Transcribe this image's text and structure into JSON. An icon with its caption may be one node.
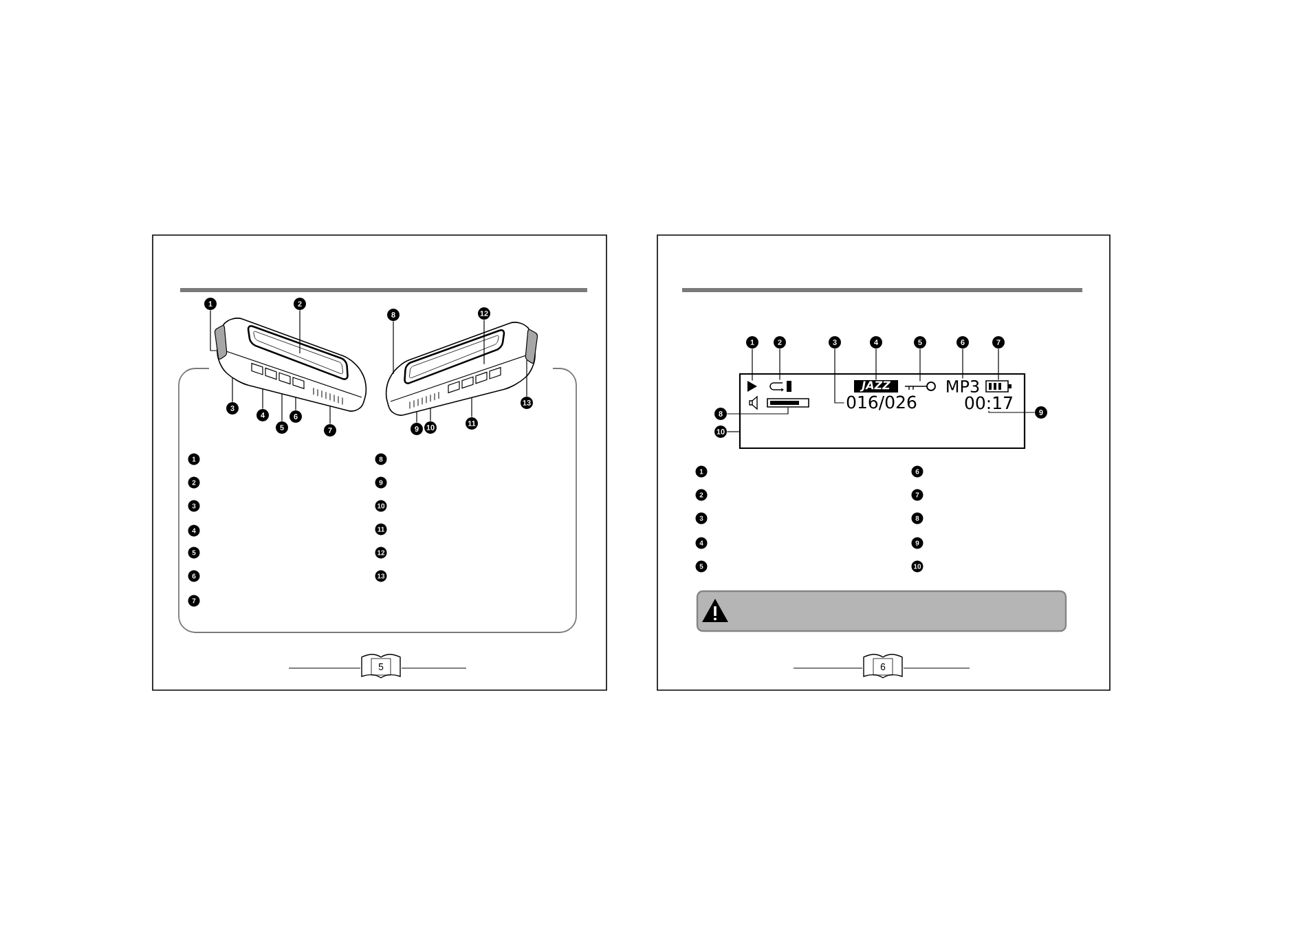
{
  "diagram": {
    "nodes": [
      {
        "text": [
          "1"
        ]
      },
      {
        "text": [
          "2"
        ]
      },
      {
        "text": [
          "3"
        ]
      },
      {
        "text": [
          "4"
        ]
      },
      {
        "text": [
          "5"
        ]
      },
      {
        "text": [
          "6"
        ]
      },
      {
        "text": [
          "7"
        ]
      },
      {
        "text": [
          "8"
        ]
      },
      {
        "text": [
          "9"
        ]
      },
      {
        "text": [
          "10"
        ]
      },
      {
        "text": [
          "11"
        ]
      },
      {
        "text": [
          "12"
        ]
      },
      {
        "text": [
          "13"
        ]
      },
      {
        "text": [],
        "shape": "picture"
      },
      {
        "text": [],
        "shape": "picture"
      },
      {
        "text": [
          "1"
        ]
      },
      {
        "text": [
          "2"
        ]
      },
      {
        "text": [
          "3"
        ]
      },
      {
        "text": [
          "4"
        ]
      },
      {
        "text": [
          "5"
        ]
      },
      {
        "text": [
          "6"
        ]
      },
      {
        "text": [
          "7"
        ]
      },
      {
        "text": [
          "8"
        ]
      },
      {
        "text": [
          "9"
        ]
      },
      {
        "text": [
          "10"
        ]
      },
      {
        "text": [],
        "shape": "box"
      },
      {
        "text": [],
        "shape": "triangle",
        "in": 25
      },
      {
        "text": [],
        "shape": "picture",
        "in": 25
      },
      {
        "text": [
          "JAZZ"
        ],
        "in": 25
      },
      {
        "text": [],
        "shape": "picture",
        "in": 25
      },
      {
        "text": [
          "MP3"
        ],
        "in": 25
      },
      {
        "text": [],
        "shape": "picture",
        "in": 25
      },
      {
        "text": [],
        "shape": "bar",
        "in": 25
      },
      {
        "text": [
          "016/026"
        ],
        "in": 25
      },
      {
        "text": [
          "00:17"
        ],
        "in": 25
      }
    ],
    "edges": [
      {
        "from": 0,
        "to": 13,
        "arrow": "none"
      },
      {
        "from": 1,
        "to": 13,
        "arrow": "none"
      },
      {
        "from": 2,
        "to": 13,
        "arrow": "none"
      },
      {
        "from": 3,
        "to": 13,
        "arrow": "none"
      },
      {
        "from": 4,
        "to": 13,
        "arrow": "none"
      },
      {
        "from": 5,
        "to": 13,
        "arrow": "none"
      },
      {
        "from": 6,
        "to": 13,
        "arrow": "none"
      },
      {
        "from": 7,
        "to": 14,
        "arrow": "none"
      },
      {
        "from": 8,
        "to": 14,
        "arrow": "none"
      },
      {
        "from": 9,
        "to": 14,
        "arrow": "none"
      },
      {
        "from": 10,
        "to": 14,
        "arrow": "none"
      },
      {
        "from": 11,
        "to": 14,
        "arrow": "none"
      },
      {
        "from": 12,
        "to": 14,
        "arrow": "none"
      },
      {
        "from": 15,
        "to": 26,
        "arrow": "none"
      },
      {
        "from": 16,
        "to": 27,
        "arrow": "none"
      },
      {
        "from": 17,
        "to": 33,
        "arrow": "none"
      },
      {
        "from": 18,
        "to": 28,
        "arrow": "none"
      },
      {
        "from": 19,
        "to": 29,
        "arrow": "none"
      },
      {
        "from": 20,
        "to": 30,
        "arrow": "none"
      },
      {
        "from": 21,
        "to": 31,
        "arrow": "none"
      },
      {
        "from": 22,
        "to": 32,
        "arrow": "none"
      },
      {
        "from": 23,
        "to": 34,
        "arrow": "none"
      },
      {
        "from": 24,
        "to": 25,
        "arrow": "none"
      }
    ],
    "labels": [
      "1",
      "2",
      "3",
      "4",
      "5",
      "6",
      "7",
      "8",
      "9",
      "10",
      "11",
      "12",
      "13",
      "5",
      "1",
      "2",
      "3",
      "4",
      "5",
      "6",
      "7",
      "8",
      "9",
      "10",
      "6"
    ]
  }
}
